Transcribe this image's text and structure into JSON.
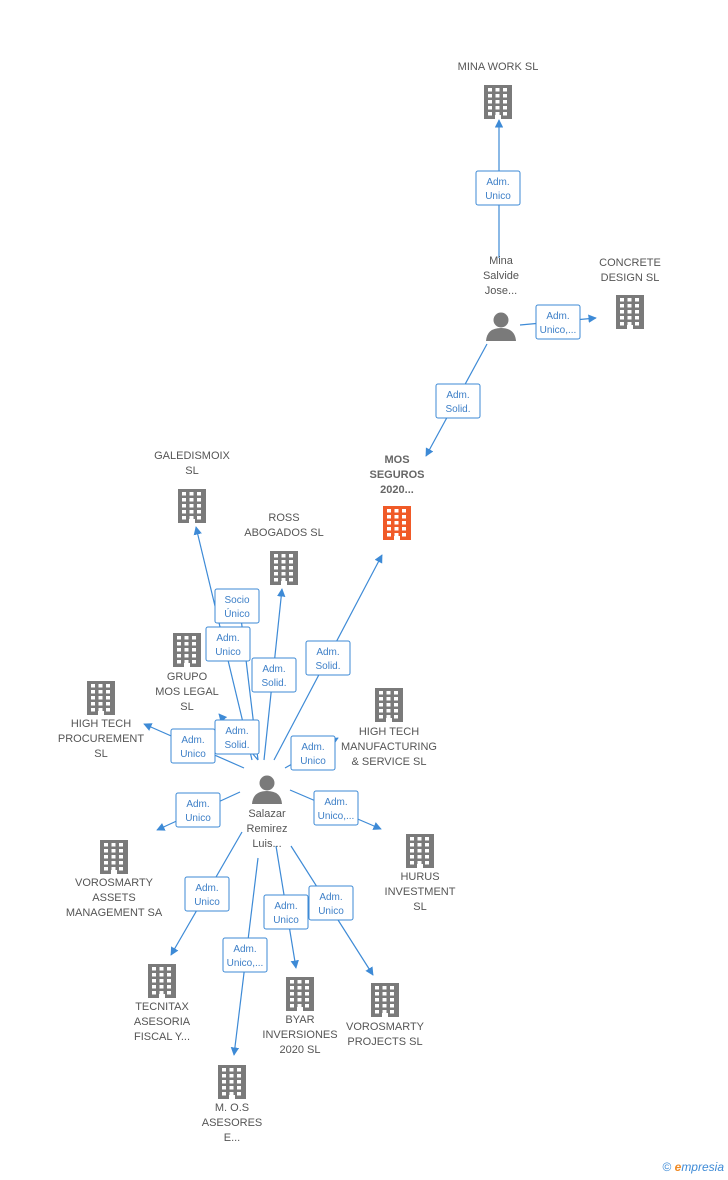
{
  "colors": {
    "company": "#7a7a7a",
    "focus": "#f05a28",
    "person": "#7a7a7a",
    "edge": "#3d8ad6"
  },
  "nodes": [
    {
      "id": "mina_work",
      "kind": "company",
      "label": [
        "MINA WORK SL"
      ]
    },
    {
      "id": "mina_person",
      "kind": "person",
      "label": [
        "Mina",
        "Salvide",
        "Jose..."
      ]
    },
    {
      "id": "concrete",
      "kind": "company",
      "label": [
        "CONCRETE",
        "DESIGN  SL"
      ]
    },
    {
      "id": "mos",
      "kind": "focus",
      "label": [
        "MOS",
        "SEGUROS",
        "2020..."
      ]
    },
    {
      "id": "galedismoix",
      "kind": "company",
      "label": [
        "GALEDISMOIX",
        "SL"
      ]
    },
    {
      "id": "ross",
      "kind": "company",
      "label": [
        "ROSS",
        "ABOGADOS SL"
      ]
    },
    {
      "id": "grupo",
      "kind": "company",
      "label": [
        "GRUPO",
        "MOS LEGAL",
        "SL"
      ]
    },
    {
      "id": "ht_proc",
      "kind": "company",
      "label": [
        "HIGH TECH",
        "PROCUREMENT",
        "SL"
      ]
    },
    {
      "id": "ht_manu",
      "kind": "company",
      "label": [
        "HIGH TECH",
        "MANUFACTURING",
        "& SERVICE  SL"
      ]
    },
    {
      "id": "salazar",
      "kind": "person",
      "label": [
        "Salazar",
        "Remirez",
        "Luis..."
      ]
    },
    {
      "id": "vorosmarty_am",
      "kind": "company",
      "label": [
        "VOROSMARTY",
        "ASSETS",
        "MANAGEMENT SA"
      ]
    },
    {
      "id": "hurus",
      "kind": "company",
      "label": [
        "HURUS",
        "INVESTMENT",
        "SL"
      ]
    },
    {
      "id": "tecnitax",
      "kind": "company",
      "label": [
        "TECNITAX",
        "ASESORIA",
        "FISCAL Y..."
      ]
    },
    {
      "id": "byar",
      "kind": "company",
      "label": [
        "BYAR",
        "INVERSIONES",
        "2020  SL"
      ]
    },
    {
      "id": "vorosmarty_p",
      "kind": "company",
      "label": [
        "VOROSMARTY",
        "PROJECTS  SL"
      ]
    },
    {
      "id": "mos_asesores",
      "kind": "company",
      "label": [
        "M. O.S",
        "ASESORES",
        "E..."
      ]
    }
  ],
  "edges": [
    {
      "from": "mina_person",
      "to": "mina_work",
      "label": [
        "Adm.",
        "Unico"
      ]
    },
    {
      "from": "mina_person",
      "to": "concrete",
      "label": [
        "Adm.",
        "Unico,..."
      ]
    },
    {
      "from": "mina_person",
      "to": "mos",
      "label": [
        "Adm.",
        "Solid."
      ]
    },
    {
      "from": "salazar",
      "to": "galedismoix",
      "label": [
        "Adm.",
        "Unico"
      ]
    },
    {
      "from": "salazar",
      "to": "ross",
      "label": [
        "Adm.",
        "Solid."
      ]
    },
    {
      "from": "salazar",
      "to": "mos",
      "label": [
        "Adm.",
        "Solid."
      ]
    },
    {
      "from": "salazar",
      "to": "grupo",
      "label": [
        "Socio",
        "Único"
      ]
    },
    {
      "from": "salazar",
      "to": "grupo",
      "label": [
        "Adm.",
        "Solid."
      ]
    },
    {
      "from": "salazar",
      "to": "ht_proc",
      "label": [
        "Adm.",
        "Unico"
      ]
    },
    {
      "from": "salazar",
      "to": "ht_manu",
      "label": [
        "Adm.",
        "Unico"
      ]
    },
    {
      "from": "salazar",
      "to": "vorosmarty_am",
      "label": [
        "Adm.",
        "Unico"
      ]
    },
    {
      "from": "salazar",
      "to": "hurus",
      "label": [
        "Adm.",
        "Unico,..."
      ]
    },
    {
      "from": "salazar",
      "to": "tecnitax",
      "label": [
        "Adm.",
        "Unico"
      ]
    },
    {
      "from": "salazar",
      "to": "byar",
      "label": [
        "Adm.",
        "Unico"
      ]
    },
    {
      "from": "salazar",
      "to": "vorosmarty_p",
      "label": [
        "Adm.",
        "Unico"
      ]
    },
    {
      "from": "salazar",
      "to": "mos_asesores",
      "label": [
        "Adm.",
        "Unico,..."
      ]
    }
  ],
  "footer": {
    "copyright": "©",
    "brand_first": "e",
    "brand_rest": "mpresia"
  }
}
